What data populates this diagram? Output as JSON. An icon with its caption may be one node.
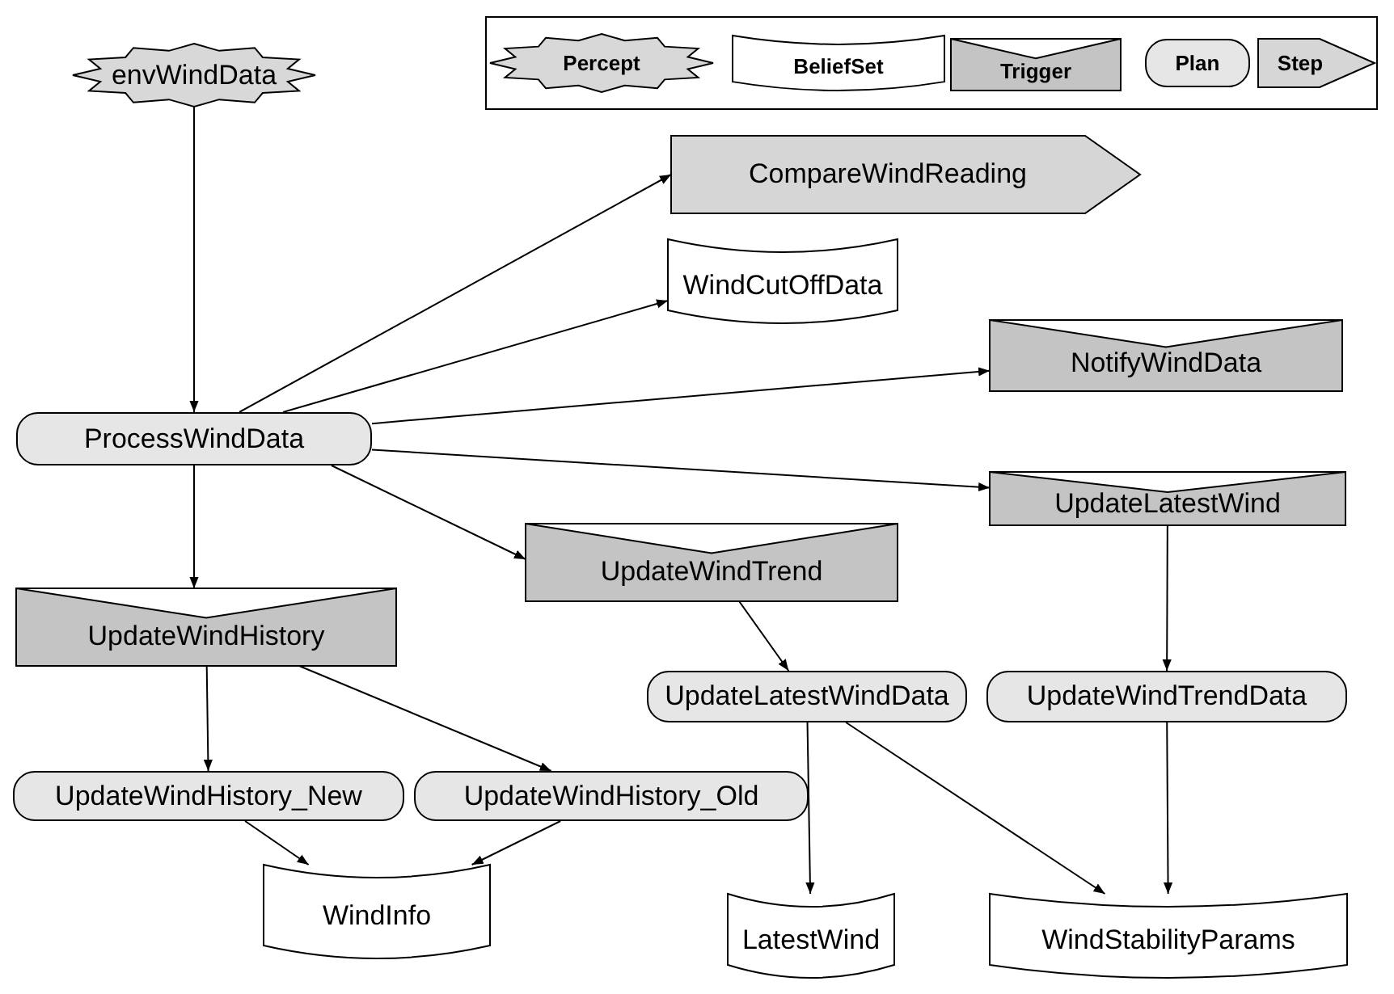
{
  "diagram": {
    "nodes": [
      {
        "text": [
          "envWindData"
        ]
      },
      {
        "text": [
          "CompareWindReading"
        ]
      },
      {
        "text": [
          "WindCutOffData"
        ]
      },
      {
        "text": [
          "NotifyWindData"
        ]
      },
      {
        "text": [
          "ProcessWindData"
        ]
      },
      {
        "text": [
          "UpdateLatestWind"
        ]
      },
      {
        "text": [
          "UpdateWindTrend"
        ]
      },
      {
        "text": [
          "UpdateWindHistory"
        ]
      },
      {
        "text": [
          "UpdateLatestWindData"
        ]
      },
      {
        "text": [
          "UpdateWindTrendData"
        ]
      },
      {
        "text": [
          "UpdateWindHistory_New"
        ]
      },
      {
        "text": [
          "UpdateWindHistory_Old"
        ]
      },
      {
        "text": [
          "WindInfo"
        ]
      },
      {
        "text": [
          "LatestWind"
        ]
      },
      {
        "text": [
          "WindStabilityParams"
        ]
      }
    ],
    "edges": [
      {
        "from": 0,
        "to": 4,
        "arrow": "to"
      },
      {
        "from": 4,
        "to": 1,
        "arrow": "to"
      },
      {
        "from": 4,
        "to": 2,
        "arrow": "to"
      },
      {
        "from": 4,
        "to": 3,
        "arrow": "to"
      },
      {
        "from": 4,
        "to": 5,
        "arrow": "to"
      },
      {
        "from": 4,
        "to": 6,
        "arrow": "to"
      },
      {
        "from": 4,
        "to": 7,
        "arrow": "to"
      },
      {
        "from": 7,
        "to": 10,
        "arrow": "to"
      },
      {
        "from": 7,
        "to": 11,
        "arrow": "to"
      },
      {
        "from": 10,
        "to": 12,
        "arrow": "to"
      },
      {
        "from": 11,
        "to": 12,
        "arrow": "to"
      },
      {
        "from": 6,
        "to": 8,
        "arrow": "to"
      },
      {
        "from": 5,
        "to": 9,
        "arrow": "to"
      },
      {
        "from": 8,
        "to": 13,
        "arrow": "to"
      },
      {
        "from": 8,
        "to": 14,
        "arrow": "to"
      },
      {
        "from": 9,
        "to": 14,
        "arrow": "to"
      }
    ],
    "legend": [
      {
        "text": "Percept"
      },
      {
        "text": "BeliefSet"
      },
      {
        "text": "Trigger"
      },
      {
        "text": "Plan"
      },
      {
        "text": "Step"
      }
    ]
  }
}
